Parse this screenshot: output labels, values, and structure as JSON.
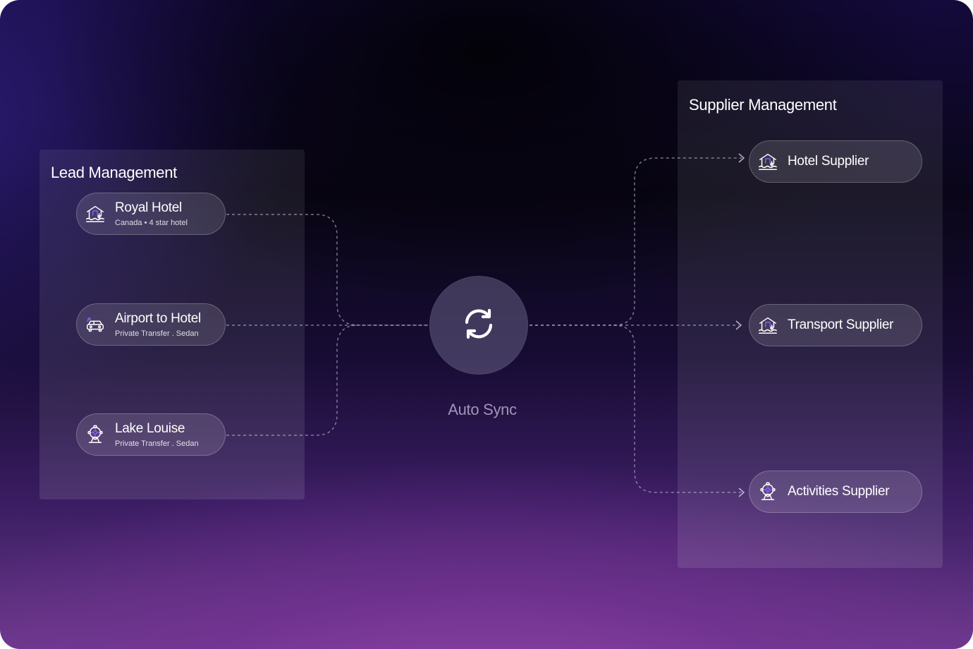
{
  "lead_management": {
    "title": "Lead Management",
    "items": [
      {
        "title": "Royal Hotel",
        "subtitle": "Canada • 4 star hotel",
        "icon": "hotel-icon"
      },
      {
        "title": "Airport to Hotel",
        "subtitle": "Private Transfer . Sedan",
        "icon": "car-icon"
      },
      {
        "title": "Lake Louise",
        "subtitle": "Private Transfer . Sedan",
        "icon": "ferris-wheel-icon"
      }
    ]
  },
  "auto_sync": {
    "label": "Auto Sync",
    "icon": "sync-icon"
  },
  "supplier_management": {
    "title": "Supplier Management",
    "items": [
      {
        "title": "Hotel Supplier",
        "icon": "hotel-icon"
      },
      {
        "title": "Transport Supplier",
        "icon": "hotel-icon"
      },
      {
        "title": "Activities Supplier",
        "icon": "ferris-wheel-icon"
      }
    ]
  },
  "colors": {
    "icon_accent": "#8b5cf6",
    "icon_stroke": "#ffffff",
    "connector": "#a9a3c2"
  }
}
